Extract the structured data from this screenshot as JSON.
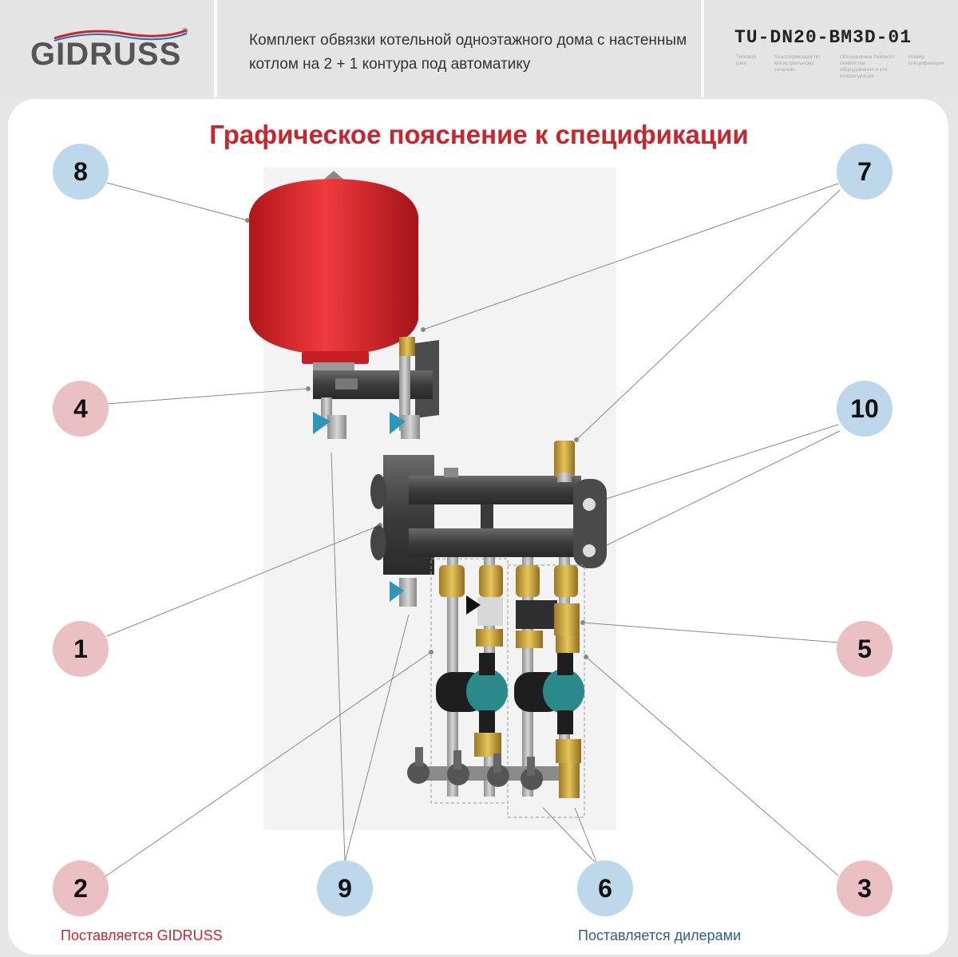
{
  "header": {
    "logo_text": "GIDRUSS",
    "logo_reg": "®",
    "description": "Комплект обвязки котельной одноэтажного дома с настенным котлом на 2 + 1 контура под автоматику",
    "code": "TU-DN20-BM3D-01",
    "code_notes": [
      "Типовой узел",
      "Классификация по магистральному сечению",
      "Обозначение базового семейства оборудования и его конфигурация",
      "Номер спецификации"
    ]
  },
  "title": "Графическое пояснение к спецификации",
  "callouts": {
    "c1": "1",
    "c2": "2",
    "c3": "3",
    "c4": "4",
    "c5": "5",
    "c6": "6",
    "c7": "7",
    "c8": "8",
    "c9": "9",
    "c10": "10"
  },
  "footer": {
    "supplied_gidruss": "Поставляется GIDRUSS",
    "supplied_dealers": "Поставляется дилерами"
  },
  "colors": {
    "accent_red": "#c8252c",
    "accent_blue": "#2c5d91",
    "callout_pink": "#eac0c4",
    "callout_blue": "#bcd8ea",
    "tank_red": "#e8262a",
    "brass": "#c9a23c",
    "steel": "#4a4a4a",
    "pump_teal": "#2a8a8a"
  }
}
